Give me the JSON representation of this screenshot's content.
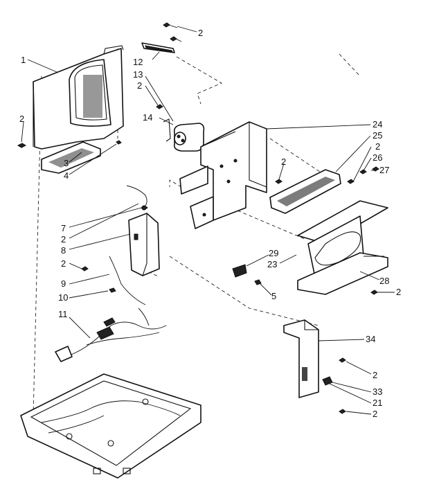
{
  "diagram": {
    "callouts": [
      {
        "id": "c1",
        "text": "1"
      },
      {
        "id": "c2a",
        "text": "2"
      },
      {
        "id": "c2b",
        "text": "2"
      },
      {
        "id": "c3",
        "text": "3"
      },
      {
        "id": "c4",
        "text": "4"
      },
      {
        "id": "c12",
        "text": "12"
      },
      {
        "id": "c13",
        "text": "13"
      },
      {
        "id": "c2c",
        "text": "2"
      },
      {
        "id": "c14",
        "text": "14"
      },
      {
        "id": "c24",
        "text": "24"
      },
      {
        "id": "c25",
        "text": "25"
      },
      {
        "id": "c2d",
        "text": "2"
      },
      {
        "id": "c26",
        "text": "26"
      },
      {
        "id": "c27",
        "text": "27"
      },
      {
        "id": "c2e",
        "text": "2"
      },
      {
        "id": "c7",
        "text": "7"
      },
      {
        "id": "c2f",
        "text": "2"
      },
      {
        "id": "c8",
        "text": "8"
      },
      {
        "id": "c2g",
        "text": "2"
      },
      {
        "id": "c9",
        "text": "9"
      },
      {
        "id": "c10",
        "text": "10"
      },
      {
        "id": "c11",
        "text": "11"
      },
      {
        "id": "c29",
        "text": "29"
      },
      {
        "id": "c23",
        "text": "23"
      },
      {
        "id": "c5",
        "text": "5"
      },
      {
        "id": "c28",
        "text": "28"
      },
      {
        "id": "c2h",
        "text": "2"
      },
      {
        "id": "c34",
        "text": "34"
      },
      {
        "id": "c2i",
        "text": "2"
      },
      {
        "id": "c33",
        "text": "33"
      },
      {
        "id": "c21",
        "text": "21"
      },
      {
        "id": "c2j",
        "text": "2"
      }
    ]
  }
}
